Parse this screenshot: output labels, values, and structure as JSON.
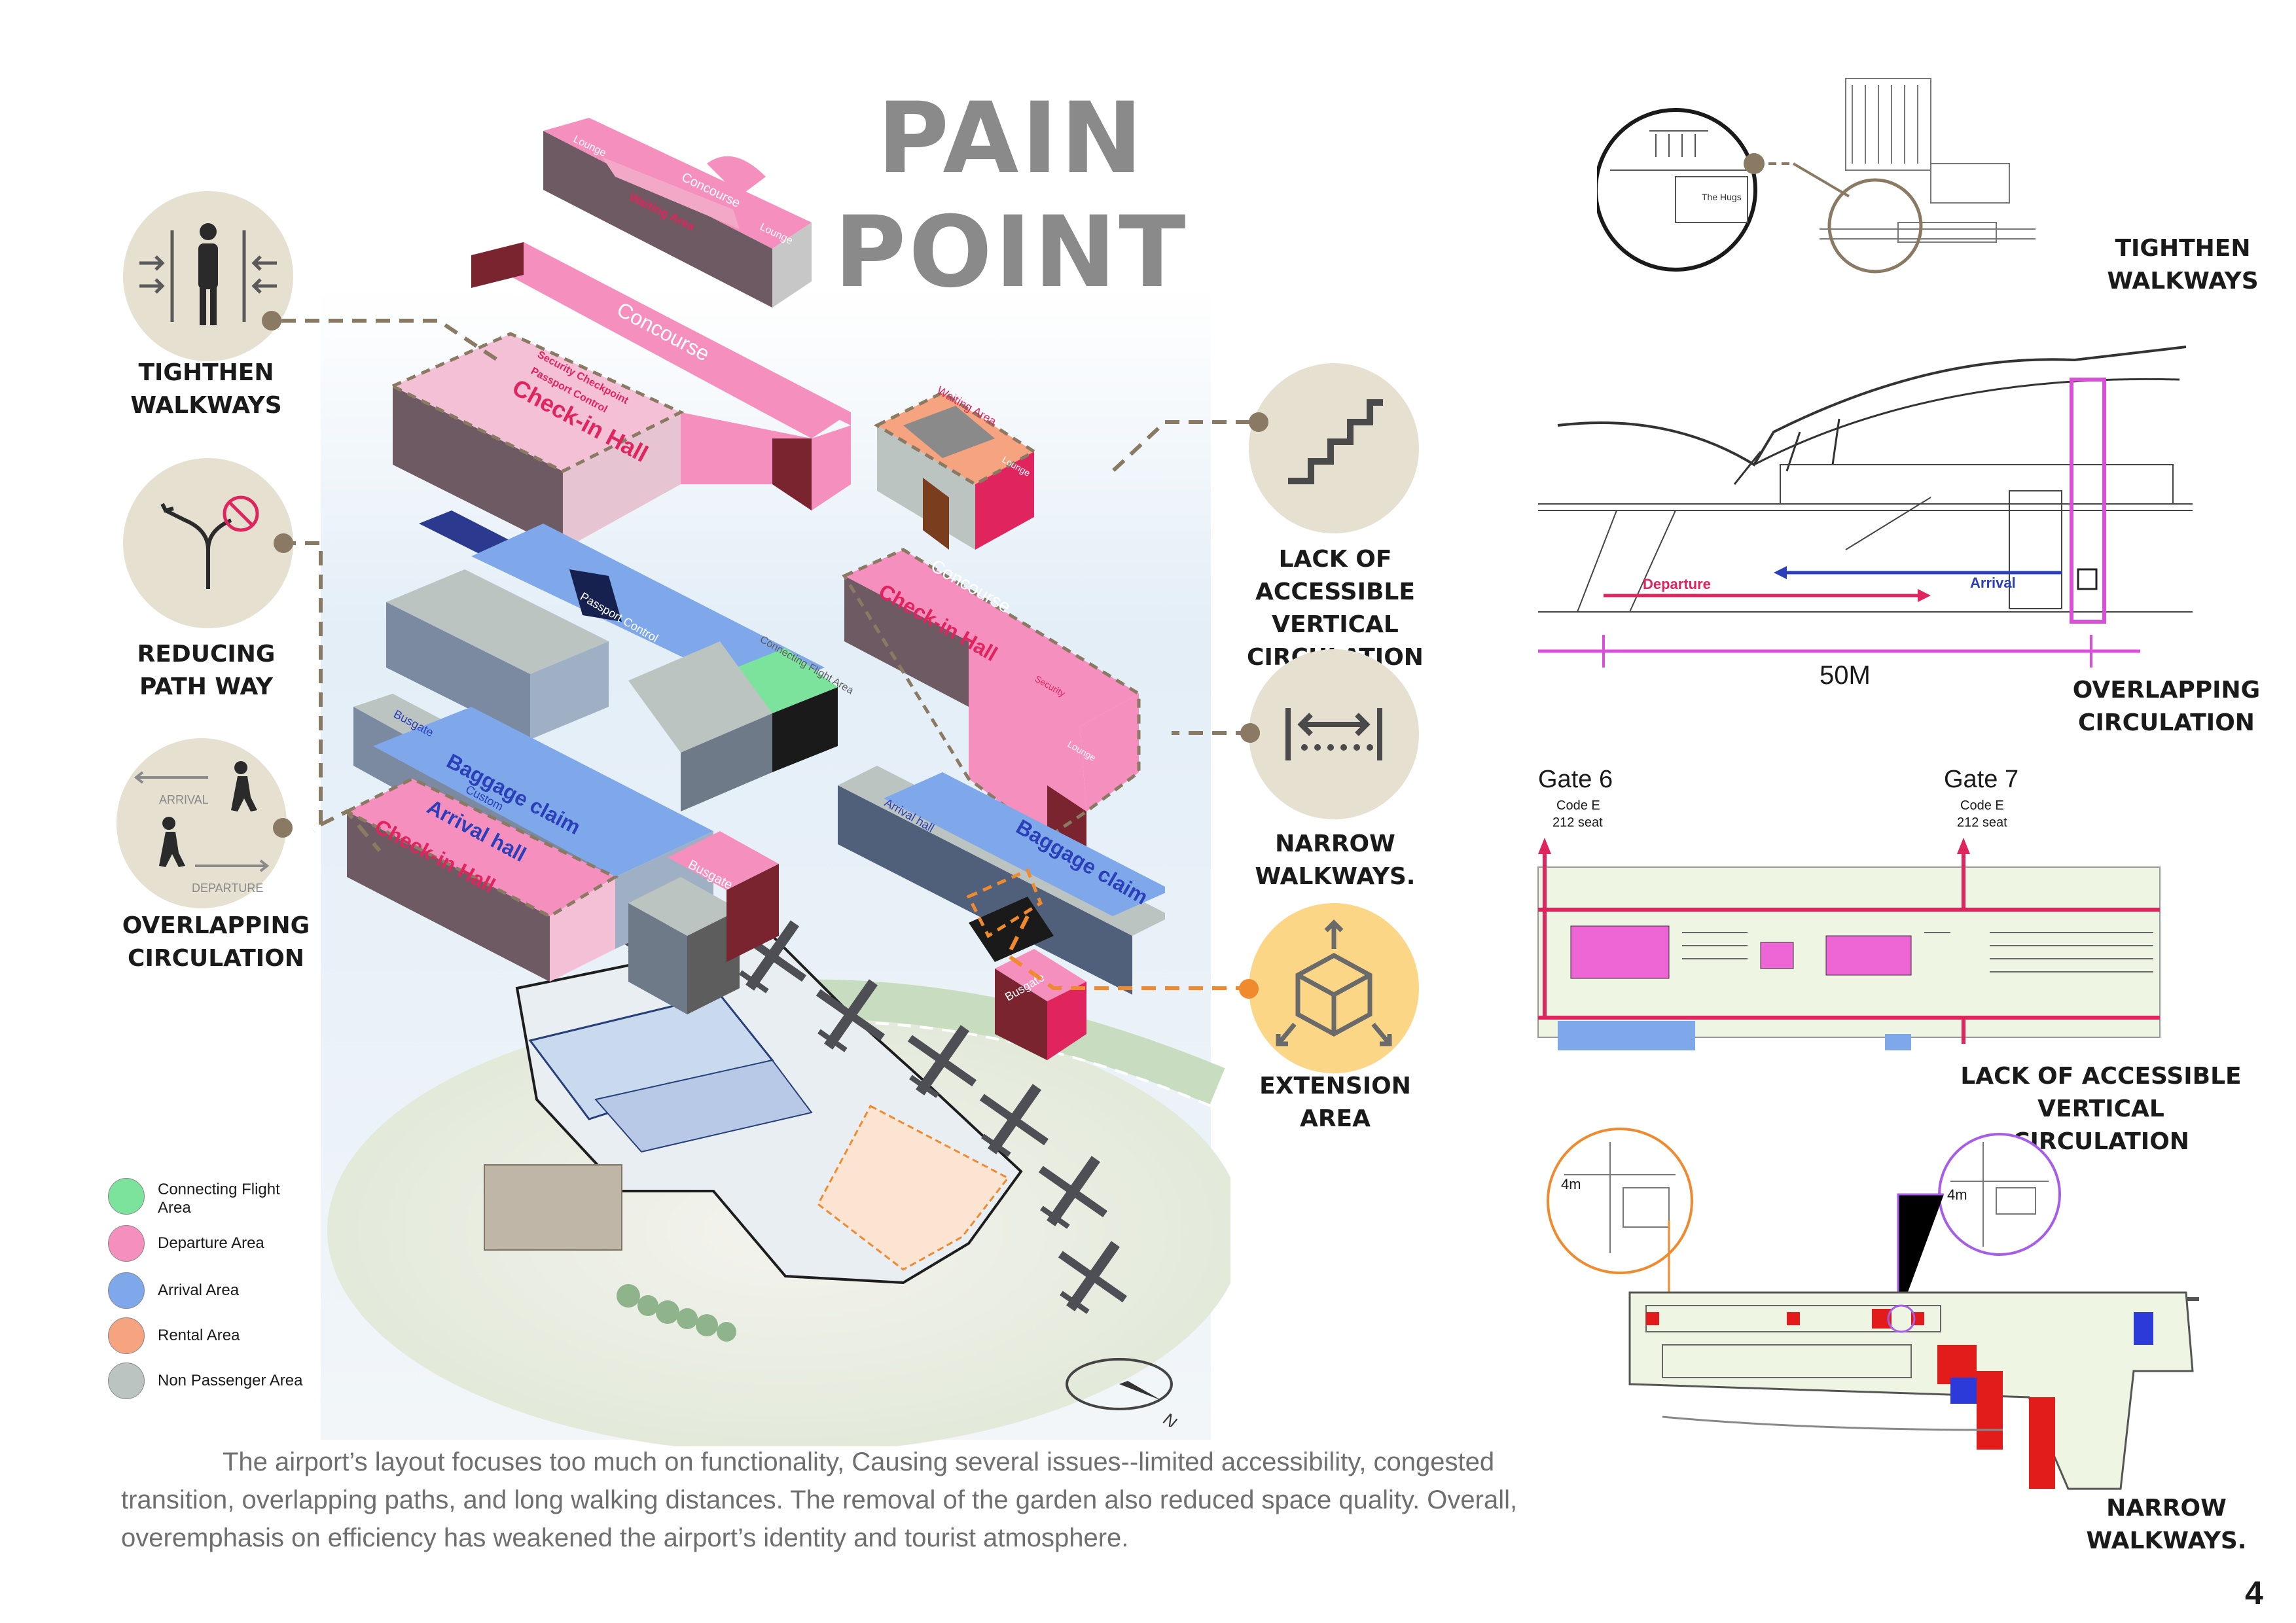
{
  "title": "PAIN POINT",
  "left_labels": [
    {
      "lines": [
        "TIGHTHEN",
        "WALKWAYS"
      ]
    },
    {
      "lines": [
        "REDUCING",
        "PATH WAY"
      ]
    },
    {
      "lines": [
        "OVERLAPPING",
        "CIRCULATION"
      ]
    }
  ],
  "mid_labels": [
    {
      "lines": [
        "LACK OF ACCESSIBLE",
        "VERTICAL CIRCULATION"
      ]
    },
    {
      "lines": [
        "NARROW",
        "WALKWAYS."
      ]
    },
    {
      "lines": [
        "EXTENSION",
        "AREA"
      ]
    }
  ],
  "icon_text": {
    "arrival": "ARRIVAL",
    "departure": "DEPARTURE"
  },
  "blocks": {
    "top": {
      "lounge1": "Lounge",
      "concourse": "Concourse",
      "waiting": "Waiting Area",
      "lounge2": "Lounge"
    },
    "second": {
      "concourse": "Concourse",
      "security": "Security Checkpoint",
      "passport": "Passport Control",
      "checkin": "Check-in Hall"
    },
    "small_waiting": {
      "waiting": "Waiting Area",
      "lounge": "Lounge"
    },
    "third": {
      "passport": "Passport Control",
      "connecting": "Connecting Flight Area"
    },
    "right_mid": {
      "concourse": "Concourse",
      "checkin": "Check-in Hall",
      "security": "Security",
      "lounge": "Lounge"
    },
    "bottom_left": {
      "busgate": "Busgate",
      "baggage": "Baggage claim",
      "custom": "Custom",
      "arrival": "Arrival hall",
      "checkin": "Check-in Hall",
      "busgate2": "Busgate"
    },
    "bottom_right": {
      "arrival": "Arrival hall",
      "baggage": "Baggage claim",
      "busgate": "Busgate"
    }
  },
  "legend": [
    {
      "label": "Connecting Flight Area",
      "color": "#7be39b"
    },
    {
      "label": "Departure Area",
      "color": "#f58fbd"
    },
    {
      "label": "Arrival Area",
      "color": "#7ea8ea"
    },
    {
      "label": "Rental Area",
      "color": "#f6a37f"
    },
    {
      "label": "Non Passenger Area",
      "color": "#bcc4c2"
    }
  ],
  "caption": "The airport’s layout focuses too much on functionality, Causing several issues--limited accessibility, congested transition, overlapping paths, and long walking distances. The removal of the garden also reduced space quality. Overall, overemphasis on efficiency has weakened the airport’s identity and tourist atmosphere.",
  "compass": "N",
  "right": {
    "top_label": [
      "TIGHTHEN",
      "WALKWAYS"
    ],
    "plan_text": "The Hugs",
    "section": {
      "departure": "Departure",
      "arrival": "Arrival",
      "dimension": "50M"
    },
    "overlap_label": [
      "OVERLAPPING",
      "CIRCULATION"
    ],
    "gates": [
      {
        "name": "Gate 6",
        "code": "Code E",
        "seats": "212 seat"
      },
      {
        "name": "Gate 7",
        "code": "Code E",
        "seats": "212 seat"
      }
    ],
    "vertical_label": [
      "LACK OF ACCESSIBLE",
      "VERTICAL CIRCULATION"
    ],
    "dim_4m": "4m",
    "narrow_label": [
      "NARROW",
      "WALKWAYS."
    ]
  },
  "page_number": "4",
  "colors": {
    "departure": "#f58fbd",
    "arrival": "#7ea8ea",
    "rental": "#f6a37f",
    "connecting": "#7be39b",
    "non_passenger": "#bcc4c2",
    "icon_circle": "#e6e0d1",
    "extension_circle": "#fbd686",
    "dashed_line": "#8a7a63",
    "extension_line": "#ef8a2f",
    "pink_text": "#e0245e",
    "blue_text": "#2a3fb8"
  }
}
